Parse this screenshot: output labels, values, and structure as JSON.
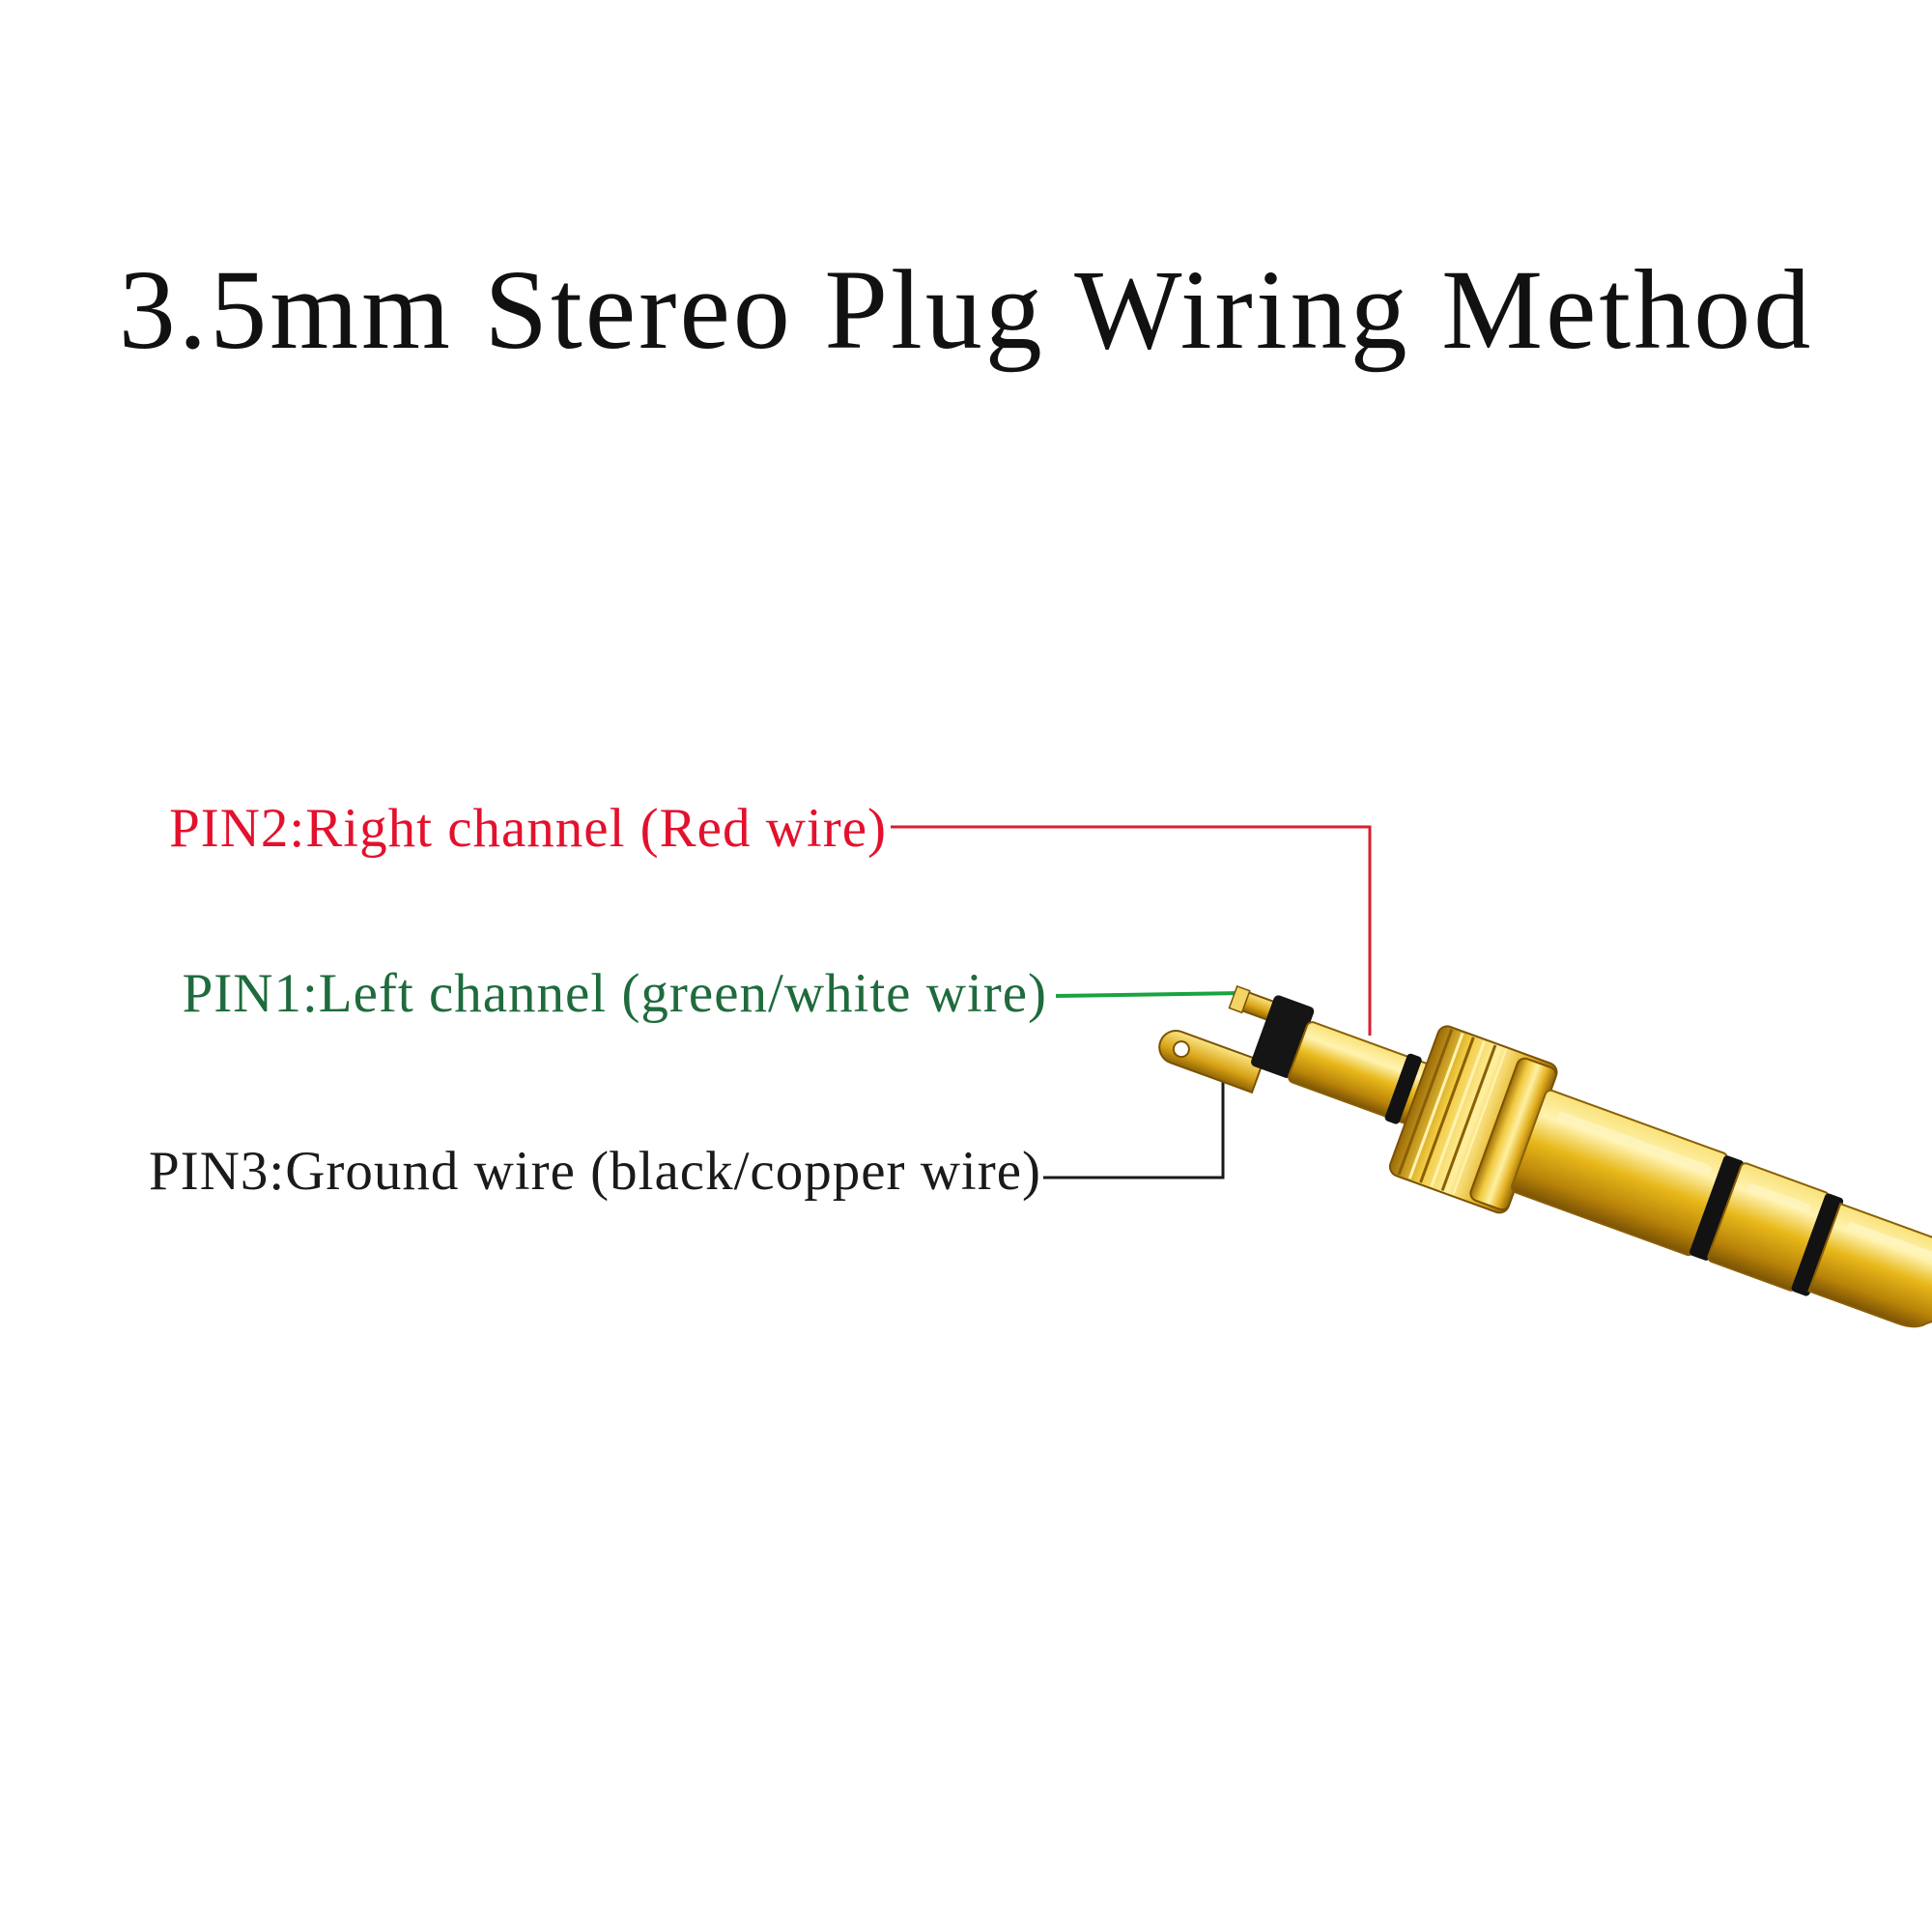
{
  "title": "3.5mm Stereo Plug Wiring Method",
  "pins": [
    {
      "id": "pin2",
      "label": "PIN2:Right channel (Red wire)",
      "color": "#e3112d"
    },
    {
      "id": "pin1",
      "label": "PIN1:Left channel (green/white wire)",
      "color": "#1f6b3d"
    },
    {
      "id": "pin3",
      "label": "PIN3:Ground wire (black/copper wire)",
      "color": "#1a1a1a"
    }
  ],
  "colors": {
    "background": "#ffffff",
    "gold": "#e8b81a",
    "gold_dark": "#a67708",
    "insulator": "#111111",
    "green_wire": "#1aa33f"
  },
  "illustration": "3.5mm-stereo-plug"
}
